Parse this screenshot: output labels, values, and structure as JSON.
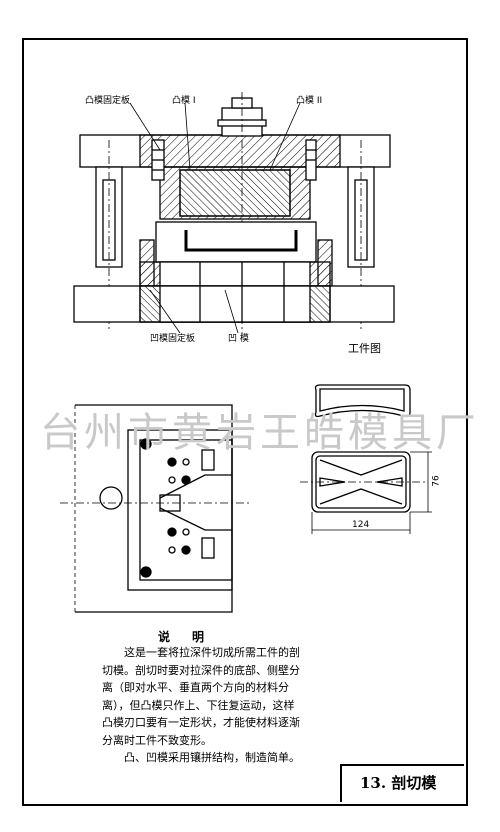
{
  "labels": {
    "punch_fixing_plate": "凸模固定板",
    "punch_1": "凸模 I",
    "punch_2": "凸模 II",
    "die_fixing_plate": "凹模固定板",
    "die": "凹 模",
    "workpiece": "工件图"
  },
  "dimensions": {
    "height": "76",
    "width": "124"
  },
  "watermark": "台州市黄岩王皓模具厂",
  "description": {
    "title": "说明",
    "paragraph_1": "这是一套将拉深件切成所需工件的剖切模。剖切时要对拉深件的底部、侧壁分离（即对水平、垂直两个方向的材料分离），但凸模只作上、下往复运动，这样凸模刃口要有一定形状，才能使材料逐渐分离时工件不致变形。",
    "paragraph_2": "凸、凹模采用镶拼结构，制造简单。"
  },
  "caption": "13. 剖切模"
}
